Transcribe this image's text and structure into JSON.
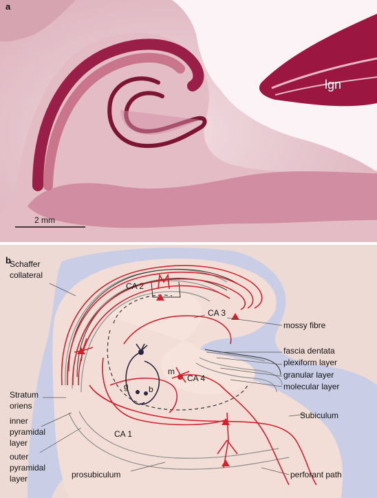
{
  "panel_a": {
    "letter": "a",
    "lgn_label": "lgn",
    "scale_bar_label": "2 mm"
  },
  "panel_b": {
    "letter": "b",
    "labels": {
      "schaffer_collateral": [
        "Schaffer",
        "collateral"
      ],
      "ca2": "CA 2",
      "ca3": "CA 3",
      "ca4": "CA 4",
      "ca1": "CA 1",
      "mossy_fibre": "mossy fibre",
      "fascia_dentata": "fascia dentata",
      "plexiform_layer": "plexiform layer",
      "granular_layer": "granular layer",
      "molecular_layer": "molecular layer",
      "subiculum": "Subiculum",
      "stratum_oriens": [
        "Stratum",
        "oriens"
      ],
      "inner_pyramidal_layer": [
        "inner",
        "pyramidal",
        "layer"
      ],
      "outer_pyramidal_layer": [
        "outer",
        "pyramidal",
        "layer"
      ],
      "prosubiculum": "prosubiculum",
      "perforant_path": "perforant path",
      "cell_m": "m",
      "cell_g": "g",
      "cell_b": "b"
    }
  },
  "colors": {
    "stain_dark": "#8e1a3e",
    "stain_mid": "#c2637c",
    "tissue_pale": "#ead2d7",
    "ventricle_blue": "#c9cde6",
    "tissue_fill": "#f3ded7",
    "fiber_red": "#d2202c",
    "layer_gray": "#8c8c8c",
    "interneuron_dark": "#2a2640"
  }
}
